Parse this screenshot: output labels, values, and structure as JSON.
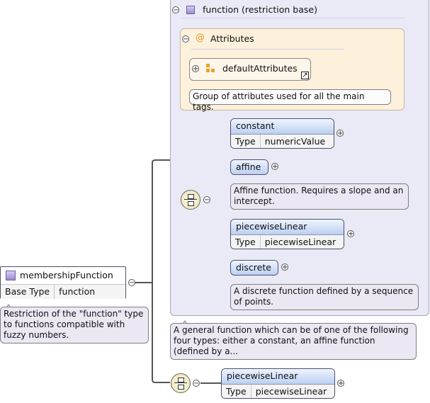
{
  "base": {
    "title": "function (restriction base)"
  },
  "attributes": {
    "label": "Attributes",
    "group_name": "defaultAttributes",
    "group_note": "Group of attributes used for all the main tags."
  },
  "elements": {
    "constant": {
      "name": "constant",
      "type_label": "Type",
      "type": "numericValue"
    },
    "affine": {
      "name": "affine",
      "note": "Affine function. Requires a slope and an intercept."
    },
    "piecewise1": {
      "name": "piecewiseLinear",
      "type_label": "Type",
      "type": "piecewiseLinear"
    },
    "discrete": {
      "name": "discrete",
      "note": "A discrete function defined by a sequence of points."
    },
    "piecewise2": {
      "name": "piecewiseLinear",
      "type_label": "Type",
      "type": "piecewiseLinear"
    }
  },
  "base_note": "A general function which can be of one of the following four types: either a constant, an affine function (defined by a...",
  "root": {
    "name": "membershipFunction",
    "base_type_label": "Base Type",
    "base_type": "function",
    "note": "Restriction of the \"function\" type to functions compatible with fuzzy numbers."
  },
  "icons": {
    "expand": "plus-circle",
    "collapse": "minus-circle",
    "complex_type": "purple-square",
    "attribute_group": "orange-blocks",
    "choice": "choice-compositor"
  },
  "colors": {
    "base_panel": "#eaeaf6",
    "attr_panel": "#fdf1dc",
    "note_bg": "#ebe7f3",
    "element_head": "#bcd0f2"
  }
}
